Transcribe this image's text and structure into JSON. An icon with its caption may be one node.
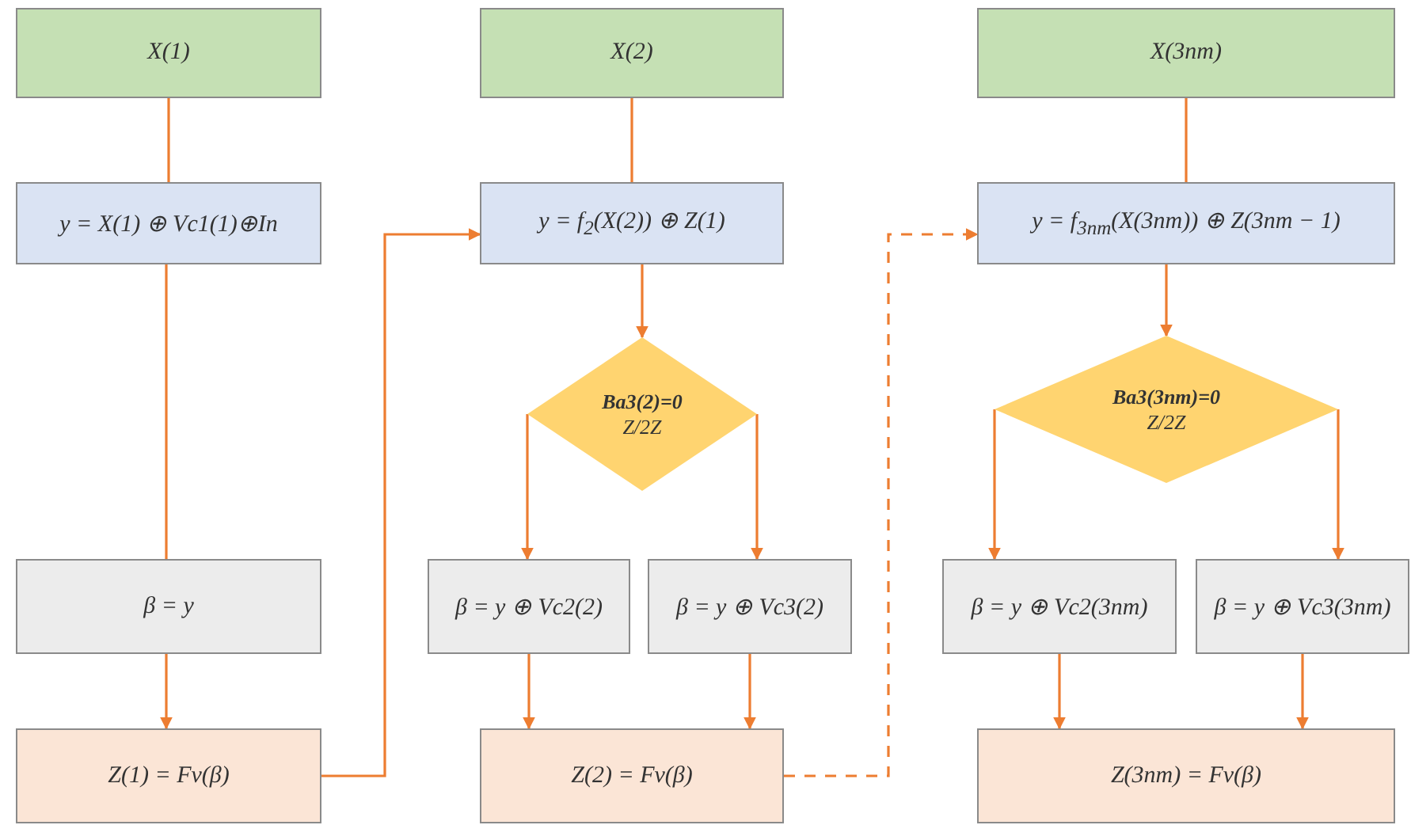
{
  "diagram": {
    "nodes": [
      {
        "text": [
          "X(1)"
        ]
      },
      {
        "text": [
          "X(2)"
        ]
      },
      {
        "text": [
          "X(3nm)"
        ]
      },
      {
        "text": [
          "y = X(1) ⊕ Vc1(1)⊕In"
        ]
      },
      {
        "text": [
          "y = f$_{2}$(X(2)) ⊕ Z(1)"
        ]
      },
      {
        "text": [
          "y = f$_{3nm}$(X(3nm)) ⊕ Z(3nm − 1)"
        ]
      },
      {
        "text": [
          "Ba3(2)=0",
          "Z/2Z"
        ]
      },
      {
        "text": [
          "Ba3(3nm)=0",
          "Z/2Z"
        ]
      },
      {
        "text": [
          "β = y"
        ]
      },
      {
        "text": [
          "β = y ⊕ Vc2(2)"
        ]
      },
      {
        "text": [
          "β = y ⊕ Vc3(2)"
        ]
      },
      {
        "text": [
          "β = y ⊕ Vc2(3nm)"
        ]
      },
      {
        "text": [
          "β = y ⊕ Vc3(3nm)"
        ]
      },
      {
        "text": [
          "Z(1) = Fv(β)"
        ]
      },
      {
        "text": [
          "Z(2) = Fv(β)"
        ]
      },
      {
        "text": [
          "Z(3nm) = Fv(β)"
        ]
      }
    ],
    "edges": [
      {
        "from": 0,
        "to": 3,
        "arrow": "none"
      },
      {
        "from": 3,
        "to": 8,
        "arrow": "none"
      },
      {
        "from": 8,
        "to": 13,
        "arrow": "to"
      },
      {
        "from": 13,
        "to": 4,
        "arrow": "to"
      },
      {
        "from": 1,
        "to": 4,
        "arrow": "none"
      },
      {
        "from": 4,
        "to": 6,
        "arrow": "to"
      },
      {
        "from": 6,
        "to": 9,
        "arrow": "to"
      },
      {
        "from": 6,
        "to": 10,
        "arrow": "to"
      },
      {
        "from": 9,
        "to": 14,
        "arrow": "to"
      },
      {
        "from": 10,
        "to": 14,
        "arrow": "to"
      },
      {
        "from": 14,
        "to": 5,
        "arrow": "to",
        "style": "dashed"
      },
      {
        "from": 2,
        "to": 5,
        "arrow": "none"
      },
      {
        "from": 5,
        "to": 7,
        "arrow": "to"
      },
      {
        "from": 7,
        "to": 11,
        "arrow": "to"
      },
      {
        "from": 7,
        "to": 12,
        "arrow": "to"
      },
      {
        "from": 11,
        "to": 15,
        "arrow": "to"
      },
      {
        "from": 12,
        "to": 15,
        "arrow": "to"
      }
    ]
  }
}
